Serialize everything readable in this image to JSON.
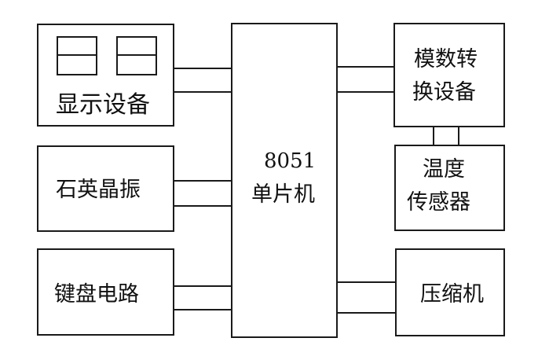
{
  "blocks": {
    "display": {
      "label": "显示设备"
    },
    "crystal": {
      "label": "石英晶振"
    },
    "keyboard": {
      "label": "键盘电路"
    },
    "mcu": {
      "line1": "8051",
      "line2": "单片机"
    },
    "adc": {
      "line1": "模数转",
      "line2": "换设备"
    },
    "temp_sensor": {
      "line1": "温度",
      "line2": "传感器"
    },
    "compressor": {
      "label": "压缩机"
    }
  },
  "colors": {
    "line": "#1a1a1a",
    "background": "#ffffff"
  }
}
